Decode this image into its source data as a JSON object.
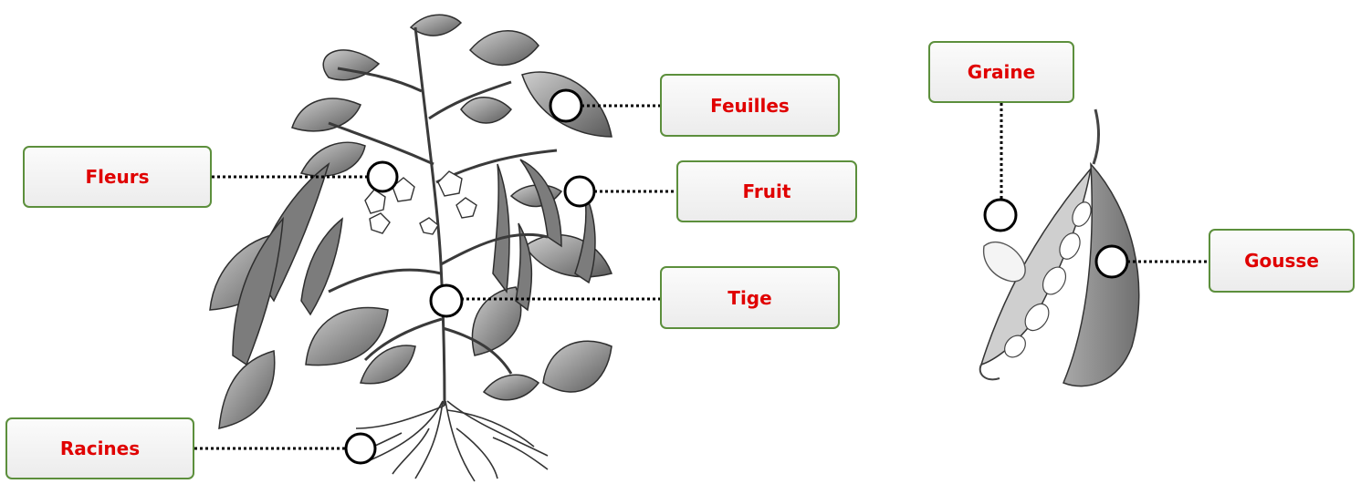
{
  "labels": {
    "fleurs": "Fleurs",
    "feuilles": "Feuilles",
    "fruit": "Fruit",
    "tige": "Tige",
    "racines": "Racines",
    "graine": "Graine",
    "gousse": "Gousse"
  },
  "colors": {
    "label_text": "#e00000",
    "label_border": "#5c8f3c",
    "marker": "#000000",
    "connector": "#000000"
  }
}
